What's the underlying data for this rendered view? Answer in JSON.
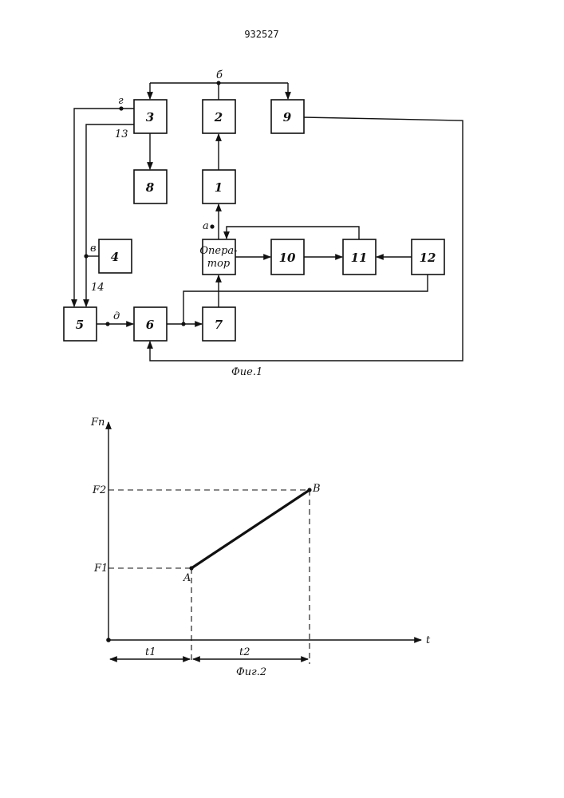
{
  "patent_number": "932527",
  "fig1": {
    "caption": "Фие.1",
    "blocks": {
      "b1": "1",
      "b2": "2",
      "b3": "3",
      "b4": "4",
      "b5": "5",
      "b6": "6",
      "b7": "7",
      "b8": "8",
      "b9": "9",
      "b10": "10",
      "b11": "11",
      "b12": "12",
      "operator_line1": "Опера-",
      "operator_line2": "тор"
    },
    "labels": {
      "a": "а",
      "b": "б",
      "v": "в",
      "g": "г",
      "d": "д",
      "n13": "13",
      "n14": "14"
    }
  },
  "fig2": {
    "caption": "Фиг.2",
    "y_axis": "Fп",
    "x_axis": "t",
    "y_ticks": {
      "f1": "F1",
      "f2": "F2"
    },
    "points": {
      "a": "A",
      "b": "B"
    },
    "intervals": {
      "t1": "t1",
      "t2": "t2"
    }
  },
  "chart_data": {
    "type": "line",
    "xlabel": "t",
    "ylabel": "Fп",
    "series": [
      {
        "x": [
          "t1",
          "t1+t2"
        ],
        "y": [
          "F1",
          "F2"
        ]
      }
    ]
  }
}
